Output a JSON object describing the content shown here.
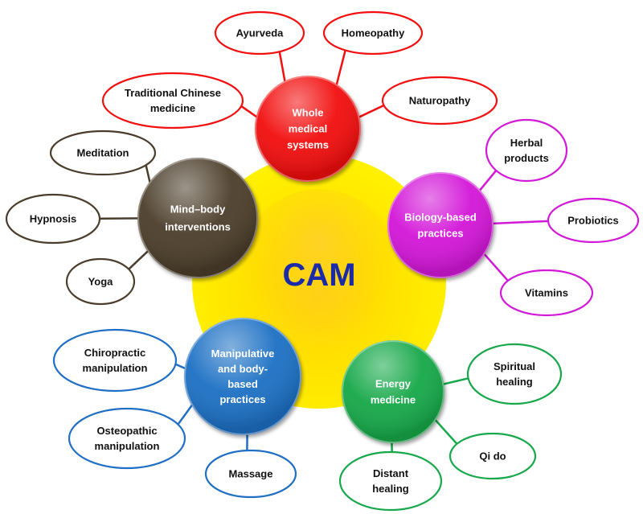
{
  "center": {
    "label": "CAM"
  },
  "categories": [
    {
      "key": "whole",
      "lines": [
        "Whole",
        "medical",
        "systems"
      ],
      "color": "#f20f0f",
      "text_color": "#ffffff",
      "items": [
        {
          "lines": [
            "Ayurveda"
          ]
        },
        {
          "lines": [
            "Homeopathy"
          ]
        },
        {
          "lines": [
            "Traditional Chinese",
            "medicine"
          ]
        },
        {
          "lines": [
            "Naturopathy"
          ]
        }
      ]
    },
    {
      "key": "biology",
      "lines": [
        "Biology-based",
        "practices"
      ],
      "color": "#d319d8",
      "text_color": "#ffffff",
      "items": [
        {
          "lines": [
            "Herbal",
            "products"
          ]
        },
        {
          "lines": [
            "Probiotics"
          ]
        },
        {
          "lines": [
            "Vitamins"
          ]
        }
      ]
    },
    {
      "key": "energy",
      "lines": [
        "Energy",
        "medicine"
      ],
      "color": "#16a84a",
      "text_color": "#ffffff",
      "items": [
        {
          "lines": [
            "Spiritual",
            "healing"
          ]
        },
        {
          "lines": [
            "Qi do"
          ]
        },
        {
          "lines": [
            "Distant",
            "healing"
          ]
        }
      ]
    },
    {
      "key": "manipulative",
      "lines": [
        "Manipulative",
        "and body-",
        "based",
        "practices"
      ],
      "color": "#1f6fc4",
      "text_color": "#ffffff",
      "items": [
        {
          "lines": [
            "Chiropractic",
            "manipulation"
          ]
        },
        {
          "lines": [
            "Osteopathic",
            "manipulation"
          ]
        },
        {
          "lines": [
            "Massage"
          ]
        }
      ]
    },
    {
      "key": "mindbody",
      "lines": [
        "Mind–body",
        "interventions"
      ],
      "color": "#4b3d2c",
      "text_color": "#ffffff",
      "items": [
        {
          "lines": [
            "Meditation"
          ]
        },
        {
          "lines": [
            "Hypnosis"
          ]
        },
        {
          "lines": [
            "Yoga"
          ]
        }
      ]
    }
  ]
}
